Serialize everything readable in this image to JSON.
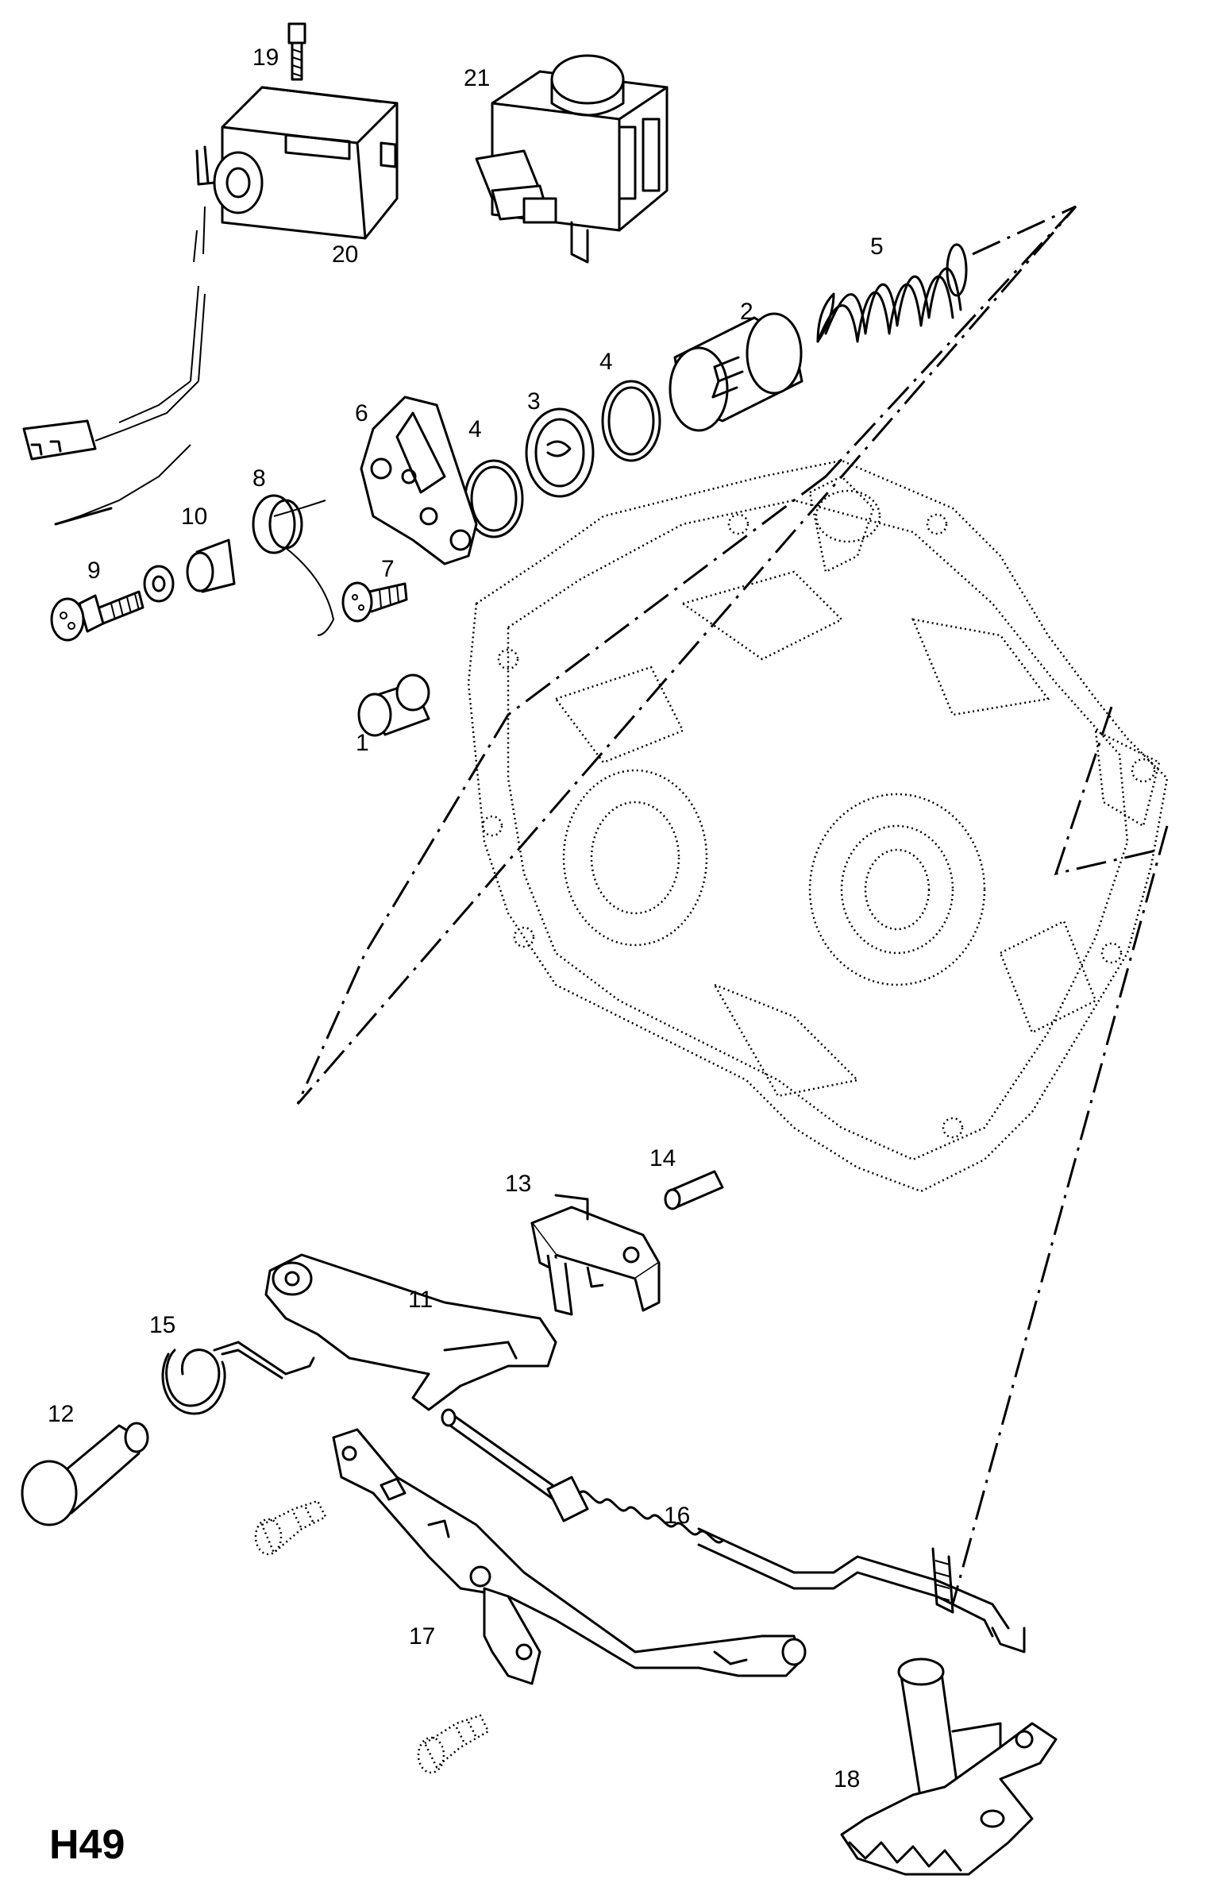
{
  "figure_code": "H49",
  "callouts": [
    {
      "id": "c1",
      "text": "1"
    },
    {
      "id": "c2",
      "text": "2"
    },
    {
      "id": "c3",
      "text": "3"
    },
    {
      "id": "c4a",
      "text": "4"
    },
    {
      "id": "c4b",
      "text": "4"
    },
    {
      "id": "c5",
      "text": "5"
    },
    {
      "id": "c6",
      "text": "6"
    },
    {
      "id": "c7",
      "text": "7"
    },
    {
      "id": "c8",
      "text": "8"
    },
    {
      "id": "c9",
      "text": "9"
    },
    {
      "id": "c10",
      "text": "10"
    },
    {
      "id": "c11",
      "text": "11"
    },
    {
      "id": "c12",
      "text": "12"
    },
    {
      "id": "c13",
      "text": "13"
    },
    {
      "id": "c14",
      "text": "14"
    },
    {
      "id": "c15",
      "text": "15"
    },
    {
      "id": "c16",
      "text": "16"
    },
    {
      "id": "c17",
      "text": "17"
    },
    {
      "id": "c18",
      "text": "18"
    },
    {
      "id": "c19",
      "text": "19"
    },
    {
      "id": "c20",
      "text": "20"
    },
    {
      "id": "c21",
      "text": "21"
    }
  ]
}
